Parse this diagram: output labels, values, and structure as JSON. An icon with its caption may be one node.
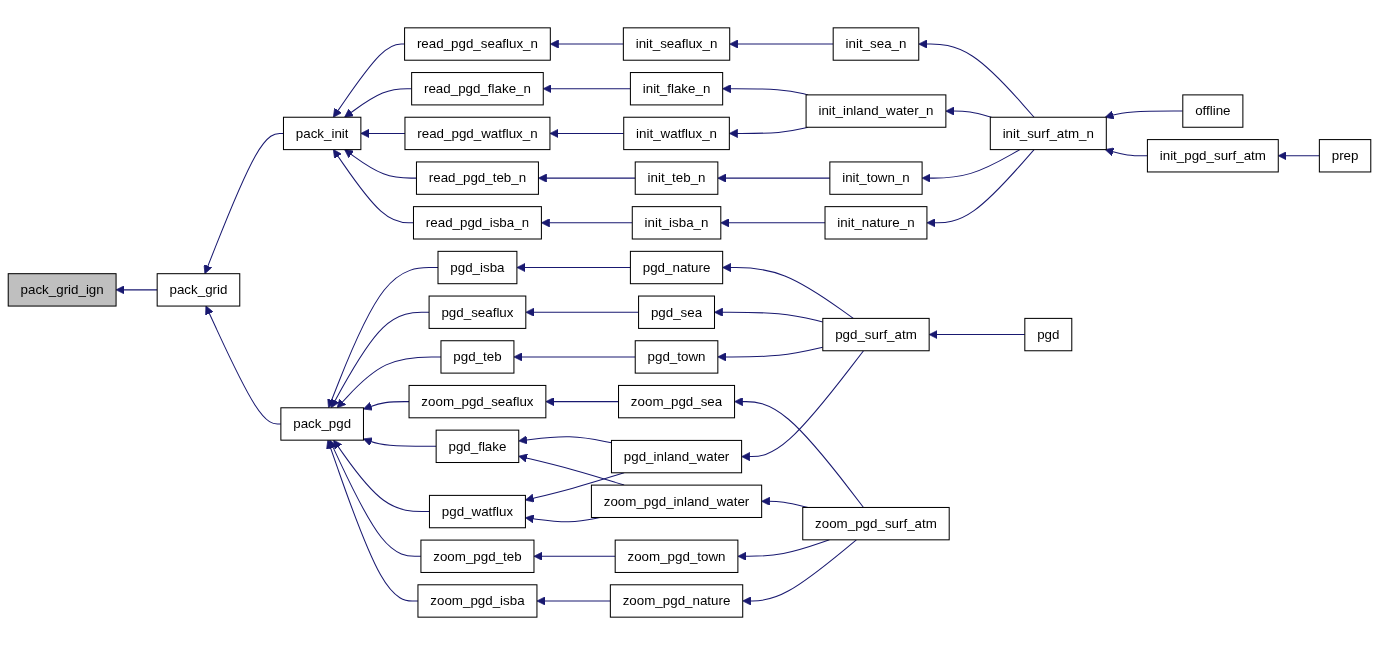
{
  "diagram": {
    "nodes": [
      {
        "text": [
          "pack_grid_ign"
        ]
      },
      {
        "text": [
          "pack_grid"
        ]
      },
      {
        "text": [
          "pack_init"
        ]
      },
      {
        "text": [
          "pack_pgd"
        ]
      },
      {
        "text": [
          "read_pgd_seaflux_n"
        ]
      },
      {
        "text": [
          "read_pgd_flake_n"
        ]
      },
      {
        "text": [
          "read_pgd_watflux_n"
        ]
      },
      {
        "text": [
          "read_pgd_teb_n"
        ]
      },
      {
        "text": [
          "read_pgd_isba_n"
        ]
      },
      {
        "text": [
          "init_seaflux_n"
        ]
      },
      {
        "text": [
          "init_flake_n"
        ]
      },
      {
        "text": [
          "init_watflux_n"
        ]
      },
      {
        "text": [
          "init_teb_n"
        ]
      },
      {
        "text": [
          "init_isba_n"
        ]
      },
      {
        "text": [
          "init_sea_n"
        ]
      },
      {
        "text": [
          "init_inland_water_n"
        ]
      },
      {
        "text": [
          "init_town_n"
        ]
      },
      {
        "text": [
          "init_nature_n"
        ]
      },
      {
        "text": [
          "init_surf_atm_n"
        ]
      },
      {
        "text": [
          "offline"
        ]
      },
      {
        "text": [
          "init_pgd_surf_atm"
        ]
      },
      {
        "text": [
          "prep"
        ]
      },
      {
        "text": [
          "pgd_isba"
        ]
      },
      {
        "text": [
          "pgd_seaflux"
        ]
      },
      {
        "text": [
          "pgd_teb"
        ]
      },
      {
        "text": [
          "zoom_pgd_seaflux"
        ]
      },
      {
        "text": [
          "pgd_flake"
        ]
      },
      {
        "text": [
          "pgd_watflux"
        ]
      },
      {
        "text": [
          "zoom_pgd_teb"
        ]
      },
      {
        "text": [
          "zoom_pgd_isba"
        ]
      },
      {
        "text": [
          "pgd_nature"
        ]
      },
      {
        "text": [
          "pgd_sea"
        ]
      },
      {
        "text": [
          "pgd_town"
        ]
      },
      {
        "text": [
          "zoom_pgd_sea"
        ]
      },
      {
        "text": [
          "pgd_inland_water"
        ]
      },
      {
        "text": [
          "zoom_pgd_inland_water"
        ]
      },
      {
        "text": [
          "zoom_pgd_town"
        ]
      },
      {
        "text": [
          "zoom_pgd_nature"
        ]
      },
      {
        "text": [
          "pgd_surf_atm"
        ]
      },
      {
        "text": [
          "zoom_pgd_surf_atm"
        ]
      },
      {
        "text": [
          "pgd"
        ]
      }
    ],
    "edges": [
      {
        "from": 1,
        "to": 0,
        "arrow": "to"
      },
      {
        "from": 2,
        "to": 1,
        "arrow": "to"
      },
      {
        "from": 3,
        "to": 1,
        "arrow": "to"
      },
      {
        "from": 4,
        "to": 2,
        "arrow": "to"
      },
      {
        "from": 5,
        "to": 2,
        "arrow": "to"
      },
      {
        "from": 6,
        "to": 2,
        "arrow": "to"
      },
      {
        "from": 7,
        "to": 2,
        "arrow": "to"
      },
      {
        "from": 8,
        "to": 2,
        "arrow": "to"
      },
      {
        "from": 9,
        "to": 4,
        "arrow": "to"
      },
      {
        "from": 10,
        "to": 5,
        "arrow": "to"
      },
      {
        "from": 11,
        "to": 6,
        "arrow": "to"
      },
      {
        "from": 12,
        "to": 7,
        "arrow": "to"
      },
      {
        "from": 13,
        "to": 8,
        "arrow": "to"
      },
      {
        "from": 14,
        "to": 9,
        "arrow": "to"
      },
      {
        "from": 15,
        "to": 10,
        "arrow": "to"
      },
      {
        "from": 15,
        "to": 11,
        "arrow": "to"
      },
      {
        "from": 16,
        "to": 12,
        "arrow": "to"
      },
      {
        "from": 17,
        "to": 13,
        "arrow": "to"
      },
      {
        "from": 18,
        "to": 14,
        "arrow": "to"
      },
      {
        "from": 18,
        "to": 15,
        "arrow": "to"
      },
      {
        "from": 18,
        "to": 16,
        "arrow": "to"
      },
      {
        "from": 18,
        "to": 17,
        "arrow": "to"
      },
      {
        "from": 19,
        "to": 18,
        "arrow": "to"
      },
      {
        "from": 20,
        "to": 18,
        "arrow": "to"
      },
      {
        "from": 21,
        "to": 20,
        "arrow": "to"
      },
      {
        "from": 22,
        "to": 3,
        "arrow": "to"
      },
      {
        "from": 23,
        "to": 3,
        "arrow": "to"
      },
      {
        "from": 24,
        "to": 3,
        "arrow": "to"
      },
      {
        "from": 25,
        "to": 3,
        "arrow": "to"
      },
      {
        "from": 26,
        "to": 3,
        "arrow": "to"
      },
      {
        "from": 27,
        "to": 3,
        "arrow": "to"
      },
      {
        "from": 28,
        "to": 3,
        "arrow": "to"
      },
      {
        "from": 29,
        "to": 3,
        "arrow": "to"
      },
      {
        "from": 30,
        "to": 22,
        "arrow": "to"
      },
      {
        "from": 31,
        "to": 23,
        "arrow": "to"
      },
      {
        "from": 32,
        "to": 24,
        "arrow": "to"
      },
      {
        "from": 33,
        "to": 25,
        "arrow": "to"
      },
      {
        "from": 34,
        "to": 26,
        "arrow": "to"
      },
      {
        "from": 35,
        "to": 26,
        "arrow": "to"
      },
      {
        "from": 34,
        "to": 27,
        "arrow": "to"
      },
      {
        "from": 35,
        "to": 27,
        "arrow": "to"
      },
      {
        "from": 36,
        "to": 28,
        "arrow": "to"
      },
      {
        "from": 37,
        "to": 29,
        "arrow": "to"
      },
      {
        "from": 38,
        "to": 30,
        "arrow": "to"
      },
      {
        "from": 38,
        "to": 31,
        "arrow": "to"
      },
      {
        "from": 38,
        "to": 32,
        "arrow": "to"
      },
      {
        "from": 38,
        "to": 34,
        "arrow": "to"
      },
      {
        "from": 39,
        "to": 33,
        "arrow": "to"
      },
      {
        "from": 39,
        "to": 35,
        "arrow": "to"
      },
      {
        "from": 39,
        "to": 36,
        "arrow": "to"
      },
      {
        "from": 39,
        "to": 37,
        "arrow": "to"
      },
      {
        "from": 40,
        "to": 38,
        "arrow": "to"
      }
    ]
  }
}
